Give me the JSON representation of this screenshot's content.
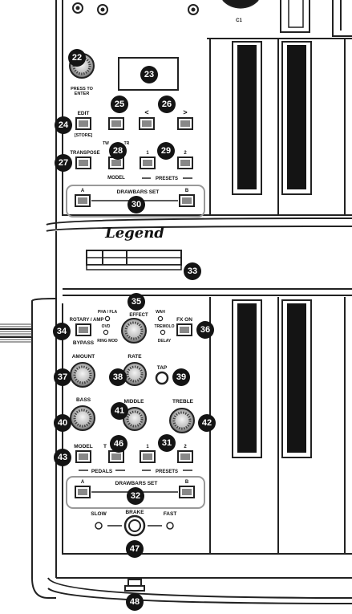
{
  "labels": {
    "c1": "C1",
    "press_to_enter": "PRESS TO",
    "press_to_enter_2": "ENTER",
    "edit": "EDIT",
    "store": "[STORE]",
    "prev": "<",
    "next": ">",
    "transpose": "TRANSPOSE",
    "tw": "TW",
    "tr": "TR",
    "model_top": "MODEL",
    "preset_1_top": "1",
    "preset_2_top": "2",
    "presets_top": "PRESETS",
    "drawbar_a_top": "A",
    "drawbars_set_top": "DRAWBARS SET",
    "drawbar_b_top": "B",
    "logo": "Legend",
    "pha_fla": "PHA / FLA",
    "effect": "EFFECT",
    "wah": "WAH",
    "ovd": "OVD",
    "tremolo": "TREMOLO",
    "ring_mod": "RING MOD",
    "delay": "DELAY",
    "rotary_amp": "ROTARY / AMP",
    "bypass": "BYPASS",
    "fx_on": "FX ON",
    "amount": "AMOUNT",
    "rate": "RATE",
    "tap": "TAP",
    "bass": "BASS",
    "middle": "MIDDLE",
    "treble": "TREBLE",
    "model_bottom": "MODEL",
    "tr_bottom": "T",
    "pedals": "PEDALS",
    "preset_1_bottom": "1",
    "preset_2_bottom": "2",
    "presets_bottom": "PRESETS",
    "drawbar_a_bottom": "A",
    "drawbars_set_bottom": "DRAWBARS SET",
    "drawbar_b_bottom": "B",
    "slow": "SLOW",
    "brake": "BRAKE",
    "fast": "FAST"
  },
  "callouts": [
    "22",
    "23",
    "24",
    "25",
    "26",
    "27",
    "28",
    "29",
    "30",
    "33",
    "34",
    "35",
    "36",
    "37",
    "38",
    "39",
    "40",
    "41",
    "42",
    "43",
    "46",
    "31",
    "32",
    "47",
    "48"
  ],
  "colors": {
    "callout": "#141414",
    "ink": "#111111",
    "key_black": "#141414",
    "led": "#ffffff"
  }
}
